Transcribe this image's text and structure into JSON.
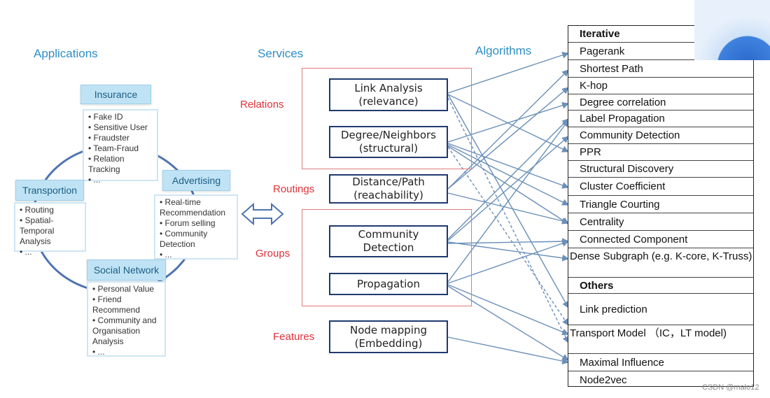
{
  "headers": {
    "applications": "Applications",
    "services": "Services",
    "algorithms": "Algorithms"
  },
  "applications": {
    "insurance": {
      "title": "Insurance",
      "items": [
        "Fake ID",
        "Sensitive User",
        "Fraudster",
        "Team-Fraud",
        "Relation Tracking",
        "..."
      ]
    },
    "advertising": {
      "title": "Advertising",
      "items": [
        "Real-time Recommendation",
        "Forum selling",
        "Community Detection",
        "..."
      ]
    },
    "transportion": {
      "title": "Transportion",
      "items": [
        "Routing",
        "Spatial-Temporal Analysis",
        "..."
      ]
    },
    "social_network": {
      "title": "Social Network",
      "items": [
        "Personal Value",
        "Friend Recommend",
        "Community and Organisation Analysis",
        "..."
      ]
    }
  },
  "categories": {
    "relations": "Relations",
    "routings": "Routings",
    "groups": "Groups",
    "features": "Features"
  },
  "services": {
    "link_analysis": [
      "Link Analysis",
      "(relevance)"
    ],
    "degree_neighbors": [
      "Degree/Neighbors",
      "(structural)"
    ],
    "distance_path": [
      "Distance/Path",
      "(reachability)"
    ],
    "community_detection": [
      "Community",
      "Detection"
    ],
    "propagation": [
      "Propagation"
    ],
    "node_mapping": [
      "Node mapping",
      "(Embedding)"
    ]
  },
  "algorithms": [
    "Iterative",
    "Pagerank",
    "Shortest Path",
    "K-hop",
    "Degree correlation",
    "Label Propagation",
    "Community Detection",
    "PPR",
    "Structural Discovery",
    "Cluster Coefficient",
    "Triangle Courting",
    "Centrality",
    "Connected Component",
    "Dense Subgraph (e.g. K-core, K-Truss)",
    "Others",
    "Link prediction",
    "Transport Model （IC，LT model)",
    "Maximal Influence",
    "Node2vec"
  ],
  "watermark": "CSDN @malo12",
  "colors": {
    "arrow": "#6a8fb8",
    "frame": "#e07a7a",
    "box_border": "#1f3a6e",
    "header_blue": "#2f8fc4",
    "category_red": "#e0323a"
  }
}
